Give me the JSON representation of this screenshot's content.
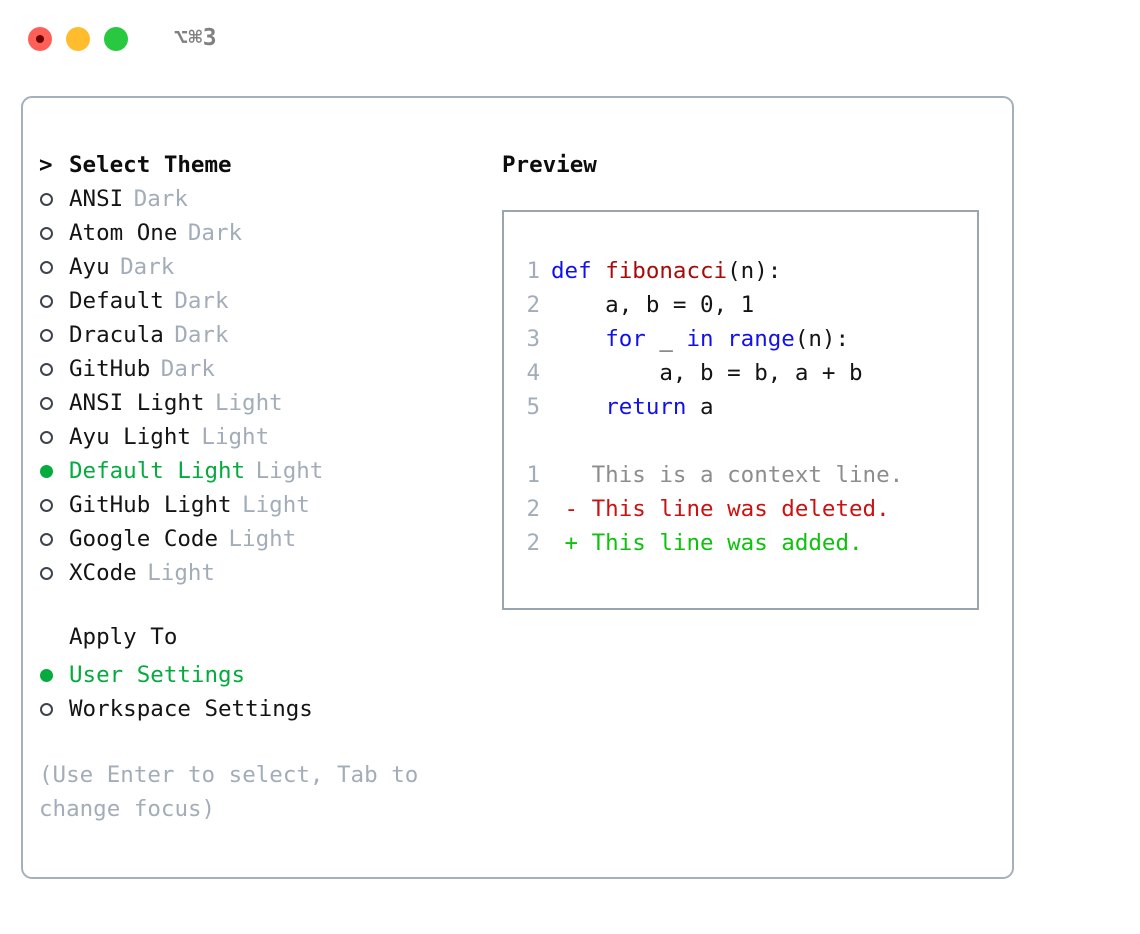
{
  "window": {
    "shortcut": "⌥⌘3",
    "traffic_lights": [
      "close-red",
      "minimize-yellow",
      "zoom-green"
    ],
    "accent_selected": "#06ab3f",
    "border_color": "#a6b0bd"
  },
  "theme_picker": {
    "header_marker": ">",
    "header": "Select Theme",
    "items": [
      {
        "marker": "o",
        "name": "ANSI",
        "tag": "Dark",
        "selected": false
      },
      {
        "marker": "o",
        "name": "Atom One",
        "tag": "Dark",
        "selected": false
      },
      {
        "marker": "o",
        "name": "Ayu",
        "tag": "Dark",
        "selected": false
      },
      {
        "marker": "o",
        "name": "Default",
        "tag": "Dark",
        "selected": false
      },
      {
        "marker": "o",
        "name": "Dracula",
        "tag": "Dark",
        "selected": false
      },
      {
        "marker": "o",
        "name": "GitHub",
        "tag": "Dark",
        "selected": false
      },
      {
        "marker": "o",
        "name": "ANSI Light",
        "tag": "Light",
        "selected": false
      },
      {
        "marker": "o",
        "name": "Ayu Light",
        "tag": "Light",
        "selected": false
      },
      {
        "marker": "●",
        "name": "Default Light",
        "tag": "Light",
        "selected": true
      },
      {
        "marker": "o",
        "name": "GitHub Light",
        "tag": "Light",
        "selected": false
      },
      {
        "marker": "o",
        "name": "Google Code",
        "tag": "Light",
        "selected": false
      },
      {
        "marker": "o",
        "name": "XCode",
        "tag": "Light",
        "selected": false
      }
    ]
  },
  "apply_to": {
    "header": "Apply To",
    "items": [
      {
        "marker": "●",
        "name": "User Settings",
        "selected": true
      },
      {
        "marker": "o",
        "name": "Workspace Settings",
        "selected": false
      }
    ]
  },
  "hint": "(Use Enter to select, Tab to change focus)",
  "preview": {
    "title": "Preview",
    "code_lines": [
      {
        "num": "1",
        "tokens": [
          {
            "t": "def ",
            "c": "kw"
          },
          {
            "t": "fibonacci",
            "c": "fn"
          },
          {
            "t": "(n):",
            "c": "pl"
          }
        ]
      },
      {
        "num": "2",
        "tokens": [
          {
            "t": "    a, b = 0, 1",
            "c": "pl"
          }
        ]
      },
      {
        "num": "3",
        "tokens": [
          {
            "t": "    ",
            "c": "pl"
          },
          {
            "t": "for",
            "c": "kw"
          },
          {
            "t": " _ ",
            "c": "pl"
          },
          {
            "t": "in",
            "c": "kw"
          },
          {
            "t": " ",
            "c": "pl"
          },
          {
            "t": "range",
            "c": "kw"
          },
          {
            "t": "(n):",
            "c": "pl"
          }
        ]
      },
      {
        "num": "4",
        "tokens": [
          {
            "t": "        a, b = b, a + b",
            "c": "pl"
          }
        ]
      },
      {
        "num": "5",
        "tokens": [
          {
            "t": "    ",
            "c": "pl"
          },
          {
            "t": "return",
            "c": "kw"
          },
          {
            "t": " a",
            "c": "pl"
          }
        ]
      }
    ],
    "diff_lines": [
      {
        "num": "1",
        "text": "   This is a context line.",
        "kind": "ctx"
      },
      {
        "num": "2",
        "text": " - This line was deleted.",
        "kind": "del"
      },
      {
        "num": "2",
        "text": " + This line was added.",
        "kind": "add"
      }
    ]
  }
}
